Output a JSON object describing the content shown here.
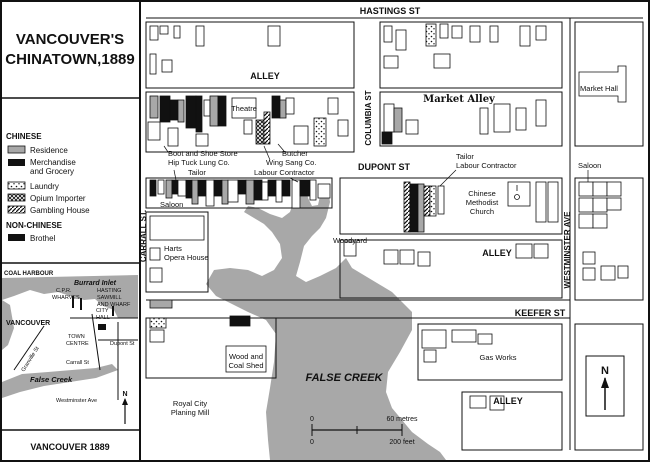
{
  "title_line1": "VANCOUVER'S",
  "title_line2": "CHINATOWN,1889",
  "legend": {
    "chinese_heading": "CHINESE",
    "non_chinese_heading": "NON-CHINESE",
    "items": [
      {
        "label": "Residence",
        "icon": "residence-swatch"
      },
      {
        "label": "Merchandise",
        "label2": "and Grocery",
        "icon": "merchandise-swatch"
      },
      {
        "label": "Laundry",
        "icon": "laundry-swatch"
      },
      {
        "label": "Opium Importer",
        "icon": "opium-importer-swatch"
      },
      {
        "label": "Gambling House",
        "icon": "gambling-house-swatch"
      }
    ],
    "brothel": "Brothel"
  },
  "inset": {
    "coal_harbour": "COAL HARBOUR",
    "burrard_inlet": "Burrard Inlet",
    "cpr_wharves": "C.P.R.",
    "cpr_wharves2": "WHARVES",
    "hastings_mill": "HASTING",
    "hastings_mill2": "SAWMILL",
    "hastings_mill3": "AND WHARF",
    "city_hall": "CITY",
    "city_hall2": "HALL",
    "vancouver": "VANCOUVER",
    "town_centre": "TOWN",
    "town_centre2": "CENTRE",
    "dupont": "Dupont St",
    "granville": "Granville St",
    "carrall": "Carrall St",
    "false_creek": "False Creek",
    "westminster": "Westminster Ave",
    "north": "N",
    "caption": "VANCOUVER 1889"
  },
  "streets": {
    "hastings": "HASTINGS ST",
    "dupont": "DUPONT ST",
    "keefer": "KEEFER ST",
    "columbia": "COLUMBIA ST",
    "carrall": "CARRALL ST.",
    "westminster": "WESTMINSTER AVE",
    "alley1": "ALLEY",
    "alley2": "ALLEY",
    "alley3": "ALLEY",
    "market_alley": "Market Alley"
  },
  "labels": {
    "market_hall": "Market Hall",
    "theatre": "Theatre",
    "boot_shoe": "Boot and Shoe Store",
    "hip_tuck": "Hip Tuck Lung Co.",
    "butcher": "Butcher",
    "wing_sang": "Wing Sang Co.",
    "tailor1": "Tailor",
    "tailor2": "Tailor",
    "labour1": "Labour Contractor",
    "labour2": "Labour Contractor",
    "saloon1": "Saloon",
    "saloon2": "Saloon",
    "church1": "Chinese",
    "church2": "Methodist",
    "church3": "Church",
    "woodyard": "Woodyard",
    "harts1": "Harts",
    "harts2": "Opera House",
    "wood1": "Wood and",
    "wood2": "Coal Shed",
    "royal1": "Royal City",
    "royal2": "Planing Mill",
    "gas": "Gas Works",
    "false_creek": "FALSE CREEK",
    "north": "N"
  },
  "scale": {
    "zero_top": "0",
    "metres": "60 metres",
    "zero_bottom": "0",
    "feet": "200 feet"
  }
}
